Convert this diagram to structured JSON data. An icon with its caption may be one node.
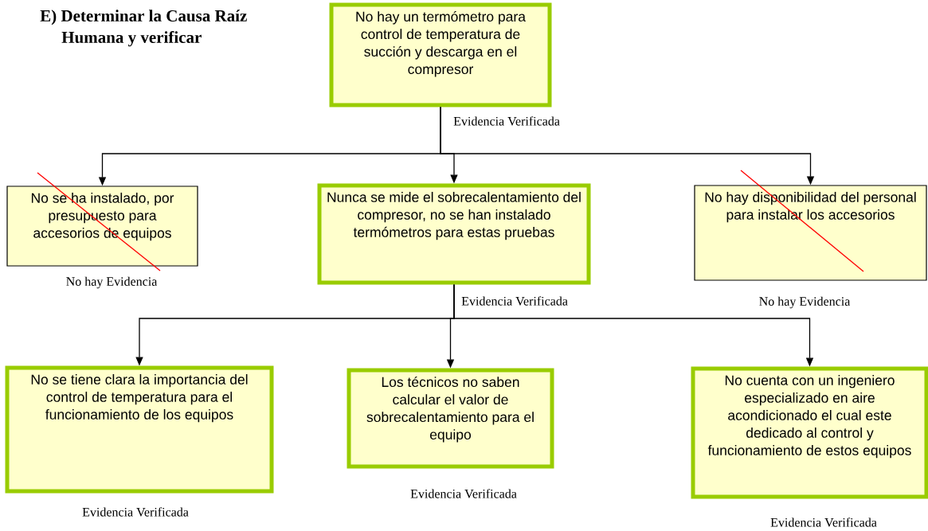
{
  "diagram": {
    "title": "E) Determinar la Causa Raíz Humana y verificar",
    "nodes": [
      {
        "text": [
          "No hay un termómetro para control de temperatura de succión y descarga en el compresor"
        ],
        "beside": [
          "Evidencia Verificada"
        ]
      },
      {
        "text": [
          "No se ha instalado, por presupuesto para accesorios de equipos"
        ],
        "beside": [
          "No hay Evidencia"
        ]
      },
      {
        "text": [
          "Nunca se mide el sobrecalentamiento del compresor,  no se han instalado termómetros para estas pruebas"
        ],
        "beside": [
          "Evidencia Verificada"
        ]
      },
      {
        "text": [
          "No hay disponibilidad del personal para instalar los accesorios"
        ],
        "beside": [
          "No hay Evidencia"
        ]
      },
      {
        "text": [
          "No se tiene clara la importancia del control de temperatura para el funcionamiento de los equipos"
        ],
        "beside": [
          "Evidencia Verificada"
        ]
      },
      {
        "text": [
          "Los técnicos no saben calcular el valor de sobrecalentamiento para el equipo"
        ],
        "beside": [
          "Evidencia Verificada"
        ]
      },
      {
        "text": [
          "No cuenta con un ingeniero especializado en aire acondicionado el cual este dedicado al control y funcionamiento de estos equipos"
        ],
        "beside": [
          "Evidencia Verificada"
        ]
      }
    ],
    "edges": [
      {
        "from": 0,
        "to": 1,
        "arrow": "to"
      },
      {
        "from": 0,
        "to": 2,
        "arrow": "to"
      },
      {
        "from": 0,
        "to": 3,
        "arrow": "to"
      },
      {
        "from": 2,
        "to": 4,
        "arrow": "to"
      },
      {
        "from": 2,
        "to": 5,
        "arrow": "to"
      },
      {
        "from": 2,
        "to": 6,
        "arrow": "to"
      }
    ]
  }
}
